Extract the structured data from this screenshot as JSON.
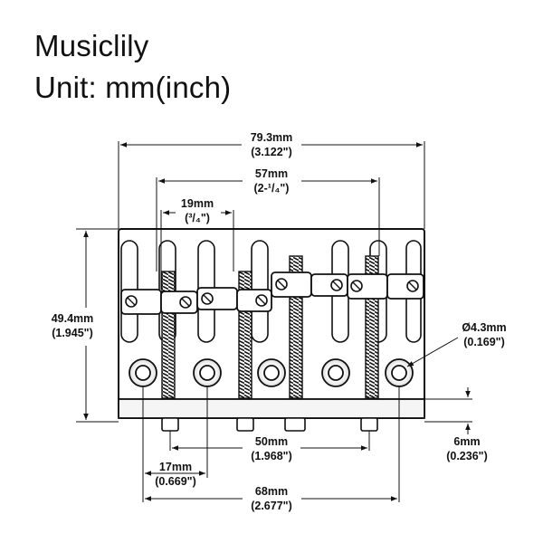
{
  "title": "Musiclily",
  "unit_label": "Unit: mm(inch)",
  "dimensions": {
    "overall_width": {
      "mm": "79.3mm",
      "inch": "(3.122\")"
    },
    "outer_string_spacing": {
      "mm": "57mm",
      "inch": "(2-¹/₄\")"
    },
    "saddle_spacing": {
      "mm": "19mm",
      "inch": "(³/₄\")"
    },
    "height": {
      "mm": "49.4mm",
      "inch": "(1.945\")"
    },
    "hole_diameter": {
      "mm": "Ø4.3mm",
      "inch": "(0.169\")"
    },
    "mount_outer_spacing": {
      "mm": "50mm",
      "inch": "(1.968\")"
    },
    "thickness": {
      "mm": "6mm",
      "inch": "(0.236\")"
    },
    "hole_offset": {
      "mm": "17mm",
      "inch": "(0.669\")"
    },
    "hole_span": {
      "mm": "68mm",
      "inch": "(2.677\")"
    }
  }
}
